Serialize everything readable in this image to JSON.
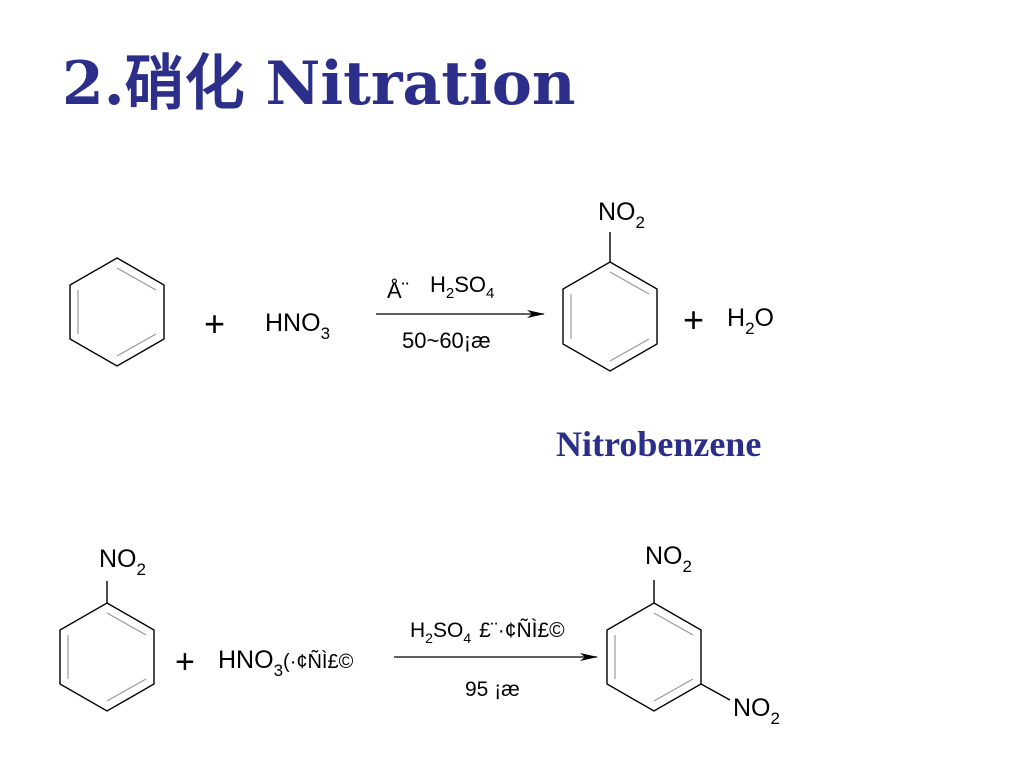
{
  "slide": {
    "title": "2.硝化 Nitration",
    "title_color": "#2b2f8a",
    "product_name": "Nitrobenzene",
    "product_name_color": "#2b2f8a",
    "bond_color": "#000000",
    "inner_bond_color": "#9a9a9a"
  },
  "reaction1": {
    "plus": "+",
    "reagent": {
      "base": "HNO",
      "sub": "3"
    },
    "catalyst_prefix": "Å¨",
    "catalyst": {
      "a": "H",
      "sub1": "2",
      "b": "SO",
      "sub2": "4"
    },
    "condition": "50~60¡æ",
    "product_group": {
      "base": "NO",
      "sub": "2"
    },
    "byproduct_plus": "+",
    "byproduct": {
      "a": "H",
      "sub": "2",
      "b": "O"
    }
  },
  "reaction2": {
    "reactant_group": {
      "base": "NO",
      "sub": "2"
    },
    "plus": "+",
    "reagent": {
      "base": "HNO",
      "sub": "3",
      "suffix": "(·¢ÑÌ£©"
    },
    "catalyst": {
      "a": "H",
      "sub1": "2",
      "b": "SO",
      "sub2": "4",
      "suffix": "£¨·¢ÑÌ£©"
    },
    "condition": "95 ¡æ",
    "product_group_top": {
      "base": "NO",
      "sub": "2"
    },
    "product_group_meta": {
      "base": "NO",
      "sub": "2"
    }
  }
}
